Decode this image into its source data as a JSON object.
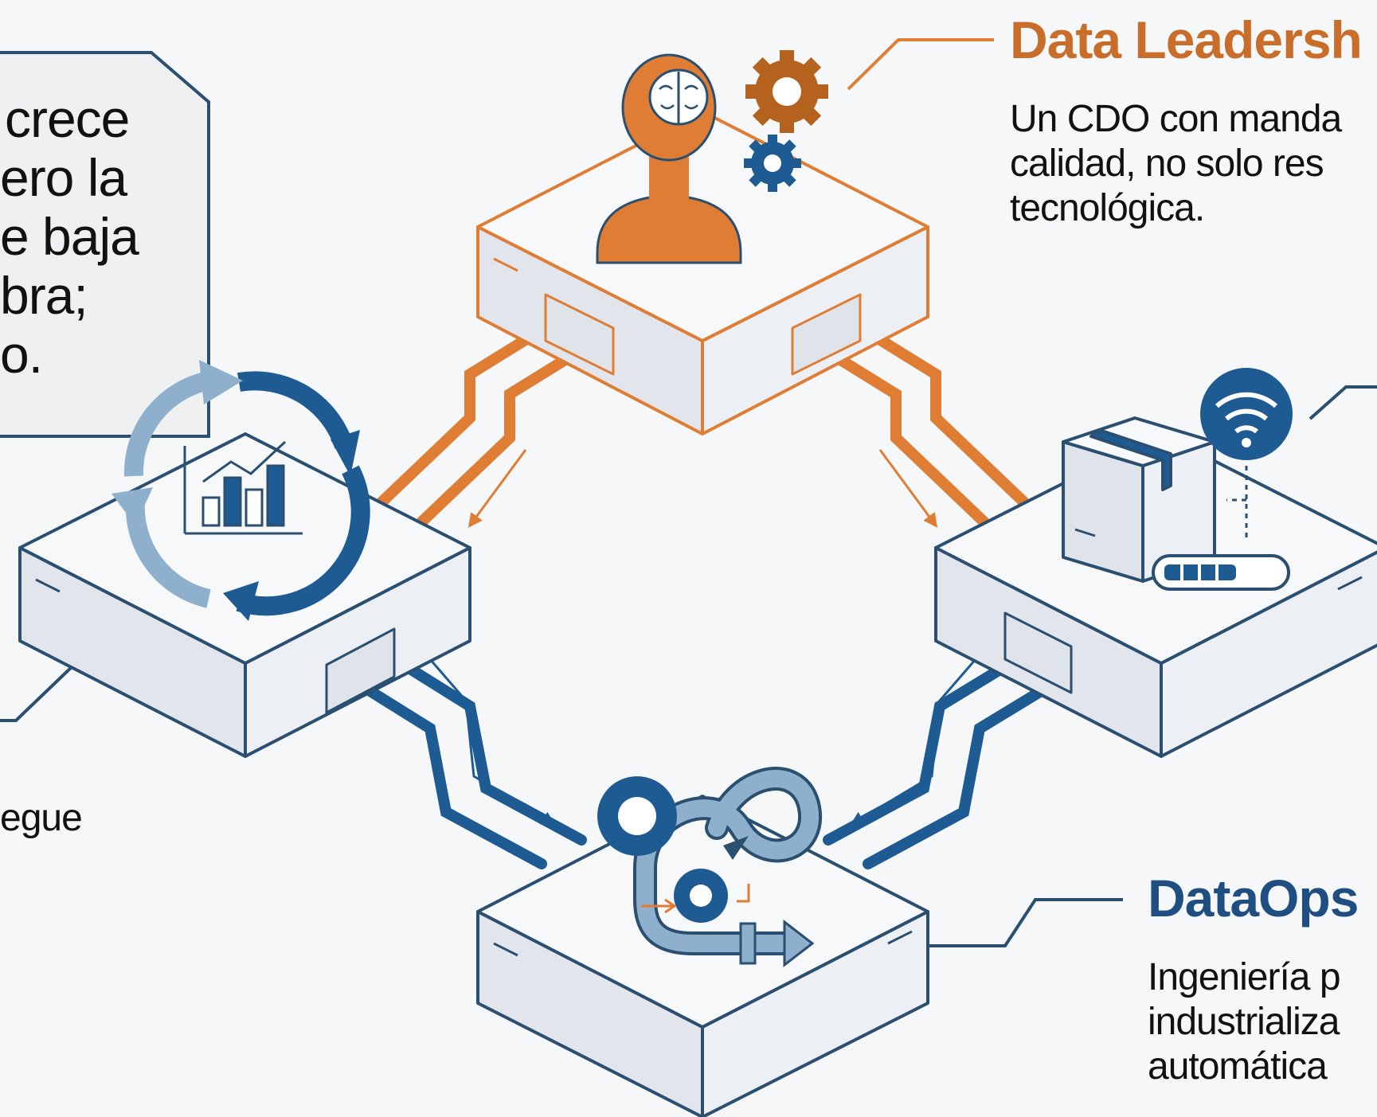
{
  "left_callout": {
    "lines": [
      "crece",
      "ero la",
      "e baja",
      "bra;",
      "o."
    ]
  },
  "left_caption": {
    "lines": [
      "",
      "egue"
    ]
  },
  "data_leadership": {
    "title": "Data Leadersh",
    "lines": [
      "Un CDO con manda",
      "calidad, no solo res",
      "tecnológica."
    ]
  },
  "dataops": {
    "title": "DataOps",
    "lines": [
      "Ingeniería p",
      "industrializa",
      "automática"
    ]
  },
  "colors": {
    "orange": "#e07d35",
    "blue": "#1f5b93",
    "light_blue": "#8fb0cc",
    "outline": "#2b4f70",
    "platform_top": "#f7f8fa",
    "platform_side": "#e1e6ec"
  },
  "icons": [
    "brain-person-icon",
    "gear-icon",
    "analytics-cycle-icon",
    "bar-chart-icon",
    "package-icon",
    "wifi-icon",
    "progress-bar-icon",
    "pipeline-infinity-icon"
  ]
}
